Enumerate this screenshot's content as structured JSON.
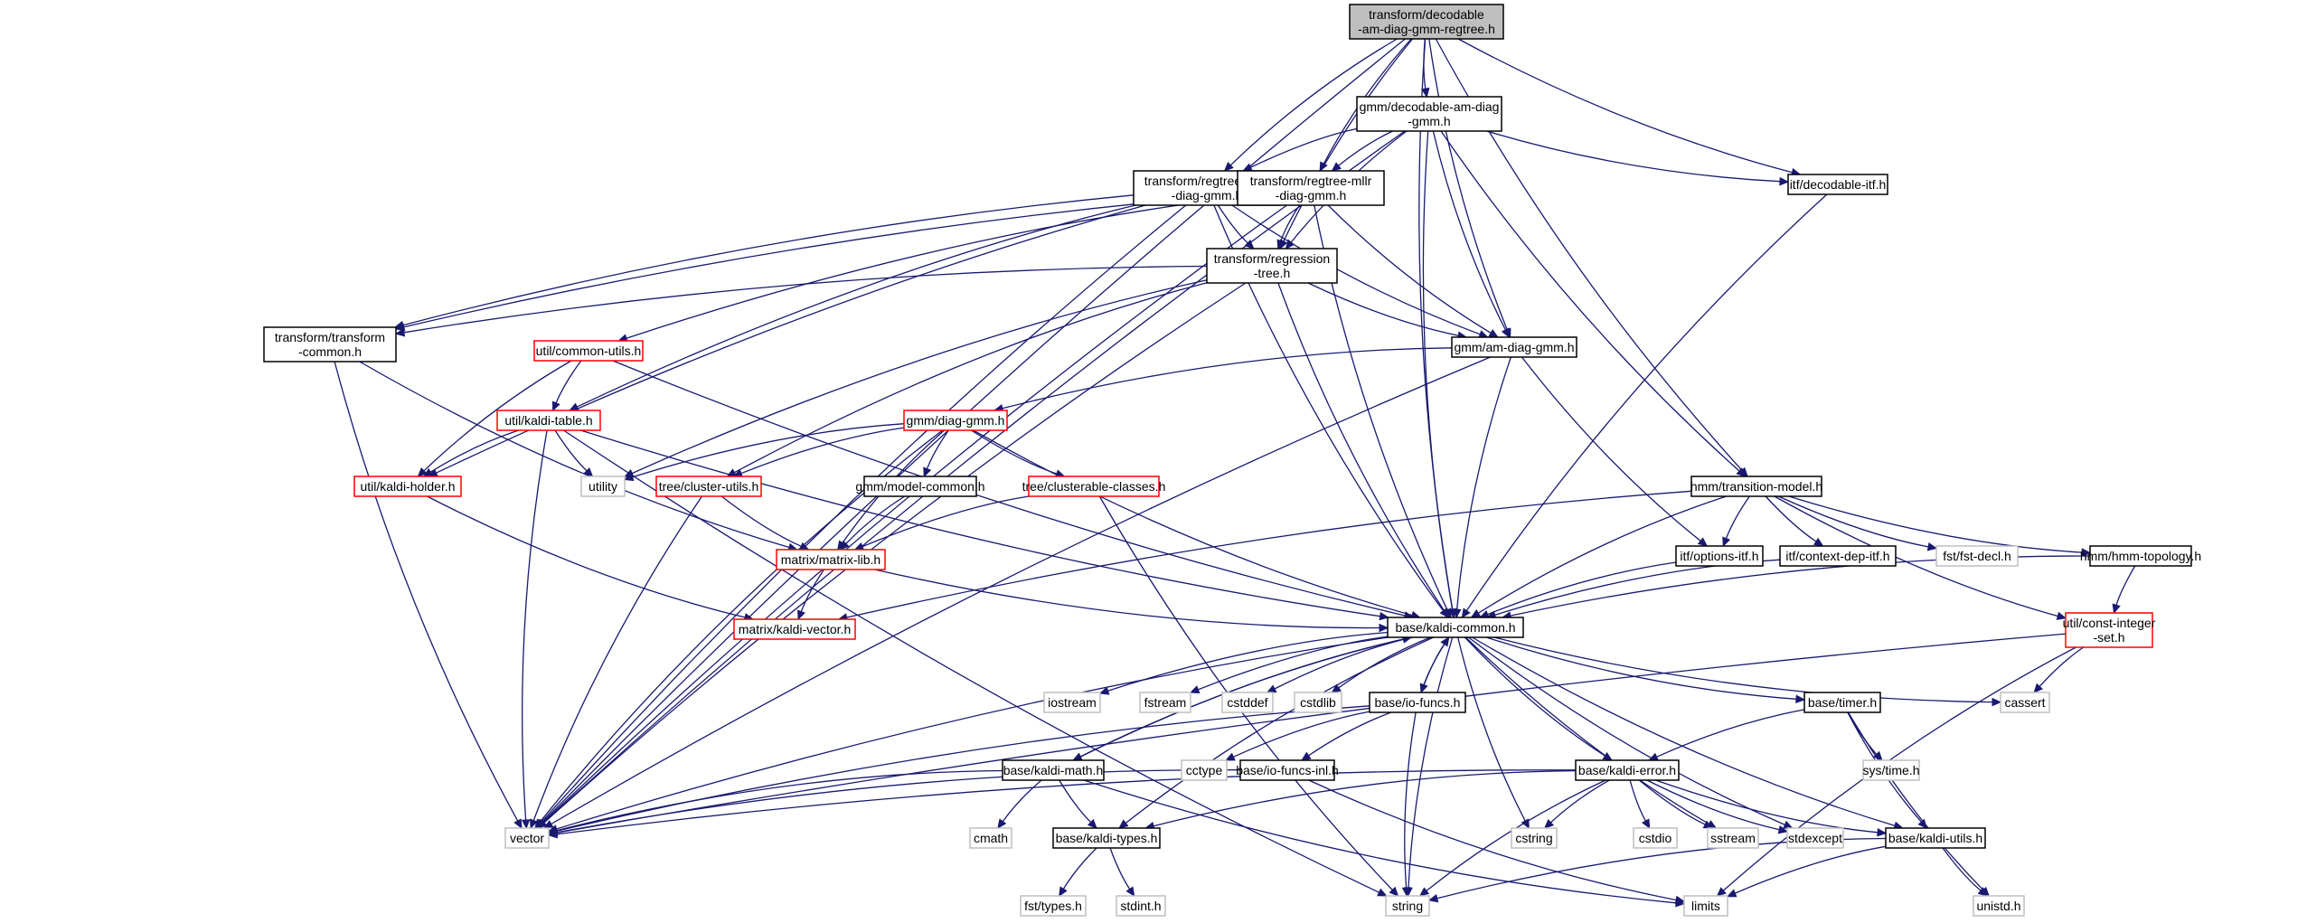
{
  "colors": {
    "edge": "#191970",
    "node_border": "#000000",
    "node_border_incomplete": "#ff0000",
    "node_border_system": "#bfbfbf",
    "root_fill": "#bfbfbf",
    "node_fill": "#ffffff"
  },
  "nodes": [
    {
      "id": "root",
      "lines": [
        "transform/decodable",
        "-am-diag-gmm-regtree.h"
      ],
      "kind": "root"
    },
    {
      "id": "decam",
      "lines": [
        "gmm/decodable-am-diag",
        "-gmm.h"
      ],
      "kind": "normal"
    },
    {
      "id": "fmllr",
      "lines": [
        "transform/regtree-fmllr",
        "-diag-gmm.h"
      ],
      "kind": "normal"
    },
    {
      "id": "mllr",
      "lines": [
        "transform/regtree-mllr",
        "-diag-gmm.h"
      ],
      "kind": "normal"
    },
    {
      "id": "itfdec",
      "lines": [
        "itf/decodable-itf.h"
      ],
      "kind": "normal"
    },
    {
      "id": "regtree",
      "lines": [
        "transform/regression",
        "-tree.h"
      ],
      "kind": "normal"
    },
    {
      "id": "ttc",
      "lines": [
        "transform/transform",
        "-common.h"
      ],
      "kind": "normal"
    },
    {
      "id": "cu",
      "lines": [
        "util/common-utils.h"
      ],
      "kind": "incomplete"
    },
    {
      "id": "amdiag",
      "lines": [
        "gmm/am-diag-gmm.h"
      ],
      "kind": "normal"
    },
    {
      "id": "ktable",
      "lines": [
        "util/kaldi-table.h"
      ],
      "kind": "incomplete"
    },
    {
      "id": "diaggmm",
      "lines": [
        "gmm/diag-gmm.h"
      ],
      "kind": "incomplete"
    },
    {
      "id": "tm",
      "lines": [
        "hmm/transition-model.h"
      ],
      "kind": "normal"
    },
    {
      "id": "kholder",
      "lines": [
        "util/kaldi-holder.h"
      ],
      "kind": "incomplete"
    },
    {
      "id": "utility",
      "lines": [
        "utility"
      ],
      "kind": "system"
    },
    {
      "id": "clu",
      "lines": [
        "tree/cluster-utils.h"
      ],
      "kind": "incomplete"
    },
    {
      "id": "modelc",
      "lines": [
        "gmm/model-common.h"
      ],
      "kind": "normal"
    },
    {
      "id": "clc",
      "lines": [
        "tree/clusterable-classes.h"
      ],
      "kind": "incomplete"
    },
    {
      "id": "optitf",
      "lines": [
        "itf/options-itf.h"
      ],
      "kind": "normal"
    },
    {
      "id": "ctxitf",
      "lines": [
        "itf/context-dep-itf.h"
      ],
      "kind": "normal"
    },
    {
      "id": "fstdecl",
      "lines": [
        "fst/fst-decl.h"
      ],
      "kind": "system"
    },
    {
      "id": "topo",
      "lines": [
        "hmm/hmm-topology.h"
      ],
      "kind": "normal"
    },
    {
      "id": "mlib",
      "lines": [
        "matrix/matrix-lib.h"
      ],
      "kind": "incomplete"
    },
    {
      "id": "kvec",
      "lines": [
        "matrix/kaldi-vector.h"
      ],
      "kind": "incomplete"
    },
    {
      "id": "kc",
      "lines": [
        "base/kaldi-common.h"
      ],
      "kind": "normal"
    },
    {
      "id": "cis",
      "lines": [
        "util/const-integer",
        "-set.h"
      ],
      "kind": "incomplete"
    },
    {
      "id": "iostream",
      "lines": [
        "iostream"
      ],
      "kind": "system"
    },
    {
      "id": "fstream",
      "lines": [
        "fstream"
      ],
      "kind": "system"
    },
    {
      "id": "cstddef",
      "lines": [
        "cstddef"
      ],
      "kind": "system"
    },
    {
      "id": "cstdlib",
      "lines": [
        "cstdlib"
      ],
      "kind": "system"
    },
    {
      "id": "iofuncs",
      "lines": [
        "base/io-funcs.h"
      ],
      "kind": "normal"
    },
    {
      "id": "timer",
      "lines": [
        "base/timer.h"
      ],
      "kind": "normal"
    },
    {
      "id": "cassert",
      "lines": [
        "cassert"
      ],
      "kind": "system"
    },
    {
      "id": "cctype",
      "lines": [
        "cctype"
      ],
      "kind": "system"
    },
    {
      "id": "iofinl",
      "lines": [
        "base/io-funcs-inl.h"
      ],
      "kind": "normal"
    },
    {
      "id": "kmath",
      "lines": [
        "base/kaldi-math.h"
      ],
      "kind": "normal"
    },
    {
      "id": "kerr",
      "lines": [
        "base/kaldi-error.h"
      ],
      "kind": "normal"
    },
    {
      "id": "systime",
      "lines": [
        "sys/time.h"
      ],
      "kind": "system"
    },
    {
      "id": "vector",
      "lines": [
        "vector"
      ],
      "kind": "system"
    },
    {
      "id": "cmath",
      "lines": [
        "cmath"
      ],
      "kind": "system"
    },
    {
      "id": "ktypes",
      "lines": [
        "base/kaldi-types.h"
      ],
      "kind": "normal"
    },
    {
      "id": "cstring",
      "lines": [
        "cstring"
      ],
      "kind": "system"
    },
    {
      "id": "cstdio",
      "lines": [
        "cstdio"
      ],
      "kind": "system"
    },
    {
      "id": "sstream",
      "lines": [
        "sstream"
      ],
      "kind": "system"
    },
    {
      "id": "stdexcept",
      "lines": [
        "stdexcept"
      ],
      "kind": "system"
    },
    {
      "id": "kutils",
      "lines": [
        "base/kaldi-utils.h"
      ],
      "kind": "normal"
    },
    {
      "id": "fsttypes",
      "lines": [
        "fst/types.h"
      ],
      "kind": "system"
    },
    {
      "id": "stdint",
      "lines": [
        "stdint.h"
      ],
      "kind": "system"
    },
    {
      "id": "string",
      "lines": [
        "string"
      ],
      "kind": "system"
    },
    {
      "id": "limits",
      "lines": [
        "limits"
      ],
      "kind": "system"
    },
    {
      "id": "unistd",
      "lines": [
        "unistd.h"
      ],
      "kind": "system"
    }
  ],
  "edges": [
    [
      "root",
      "decam"
    ],
    [
      "root",
      "fmllr"
    ],
    [
      "root",
      "mllr"
    ],
    [
      "root",
      "itfdec"
    ],
    [
      "root",
      "regtree"
    ],
    [
      "root",
      "amdiag"
    ],
    [
      "root",
      "tm"
    ],
    [
      "root",
      "kc"
    ],
    [
      "root",
      "vector"
    ],
    [
      "decam",
      "fmllr"
    ],
    [
      "decam",
      "mllr"
    ],
    [
      "decam",
      "itfdec"
    ],
    [
      "decam",
      "regtree"
    ],
    [
      "decam",
      "amdiag"
    ],
    [
      "decam",
      "tm"
    ],
    [
      "decam",
      "kc"
    ],
    [
      "decam",
      "vector"
    ],
    [
      "fmllr",
      "regtree"
    ],
    [
      "fmllr",
      "ttc"
    ],
    [
      "fmllr",
      "amdiag"
    ],
    [
      "fmllr",
      "ktable"
    ],
    [
      "fmllr",
      "kholder"
    ],
    [
      "fmllr",
      "kc"
    ],
    [
      "fmllr",
      "vector"
    ],
    [
      "mllr",
      "regtree"
    ],
    [
      "mllr",
      "ttc"
    ],
    [
      "mllr",
      "amdiag"
    ],
    [
      "mllr",
      "cu"
    ],
    [
      "mllr",
      "kc"
    ],
    [
      "mllr",
      "vector"
    ],
    [
      "itfdec",
      "kc"
    ],
    [
      "regtree",
      "ttc"
    ],
    [
      "regtree",
      "amdiag"
    ],
    [
      "regtree",
      "clu"
    ],
    [
      "regtree",
      "utility"
    ],
    [
      "regtree",
      "kc"
    ],
    [
      "regtree",
      "vector"
    ],
    [
      "ttc",
      "mlib"
    ],
    [
      "ttc",
      "vector"
    ],
    [
      "cu",
      "ktable"
    ],
    [
      "cu",
      "kholder"
    ],
    [
      "cu",
      "kc"
    ],
    [
      "amdiag",
      "diaggmm"
    ],
    [
      "amdiag",
      "optitf"
    ],
    [
      "amdiag",
      "kc"
    ],
    [
      "amdiag",
      "vector"
    ],
    [
      "ktable",
      "kholder"
    ],
    [
      "ktable",
      "utility"
    ],
    [
      "ktable",
      "kc"
    ],
    [
      "ktable",
      "vector"
    ],
    [
      "ktable",
      "string"
    ],
    [
      "diaggmm",
      "utility"
    ],
    [
      "diaggmm",
      "clu"
    ],
    [
      "diaggmm",
      "modelc"
    ],
    [
      "diaggmm",
      "clc"
    ],
    [
      "diaggmm",
      "mlib"
    ],
    [
      "diaggmm",
      "kc"
    ],
    [
      "diaggmm",
      "vector"
    ],
    [
      "tm",
      "optitf"
    ],
    [
      "tm",
      "ctxitf"
    ],
    [
      "tm",
      "fstdecl"
    ],
    [
      "tm",
      "topo"
    ],
    [
      "tm",
      "cis"
    ],
    [
      "tm",
      "kc"
    ],
    [
      "tm",
      "kvec"
    ],
    [
      "kholder",
      "kvec"
    ],
    [
      "clu",
      "mlib"
    ],
    [
      "clu",
      "vector"
    ],
    [
      "modelc",
      "mlib"
    ],
    [
      "clc",
      "mlib"
    ],
    [
      "clc",
      "string"
    ],
    [
      "optitf",
      "kc"
    ],
    [
      "ctxitf",
      "kc"
    ],
    [
      "topo",
      "kc"
    ],
    [
      "topo",
      "cis"
    ],
    [
      "mlib",
      "kvec"
    ],
    [
      "mlib",
      "kc"
    ],
    [
      "cis",
      "cassert"
    ],
    [
      "cis",
      "vector"
    ],
    [
      "cis",
      "limits"
    ],
    [
      "kc",
      "iostream"
    ],
    [
      "kc",
      "fstream"
    ],
    [
      "kc",
      "cstddef"
    ],
    [
      "kc",
      "cstdlib"
    ],
    [
      "kc",
      "iofuncs"
    ],
    [
      "kc",
      "timer"
    ],
    [
      "kc",
      "cassert"
    ],
    [
      "kc",
      "kmath"
    ],
    [
      "kc",
      "kerr"
    ],
    [
      "kc",
      "ktypes"
    ],
    [
      "kc",
      "cstring"
    ],
    [
      "kc",
      "sstream"
    ],
    [
      "kc",
      "stdexcept"
    ],
    [
      "kc",
      "kutils"
    ],
    [
      "kc",
      "vector"
    ],
    [
      "kc",
      "string"
    ],
    [
      "iofuncs",
      "kc"
    ],
    [
      "iofuncs",
      "cctype"
    ],
    [
      "iofuncs",
      "iofinl"
    ],
    [
      "iofuncs",
      "string"
    ],
    [
      "iofuncs",
      "vector"
    ],
    [
      "iofinl",
      "limits"
    ],
    [
      "iofinl",
      "vector"
    ],
    [
      "kmath",
      "kc"
    ],
    [
      "kmath",
      "cmath"
    ],
    [
      "kmath",
      "ktypes"
    ],
    [
      "kmath",
      "limits"
    ],
    [
      "kmath",
      "vector"
    ],
    [
      "timer",
      "kerr"
    ],
    [
      "timer",
      "systime"
    ],
    [
      "timer",
      "kutils"
    ],
    [
      "timer",
      "unistd"
    ],
    [
      "kerr",
      "ktypes"
    ],
    [
      "kerr",
      "kutils"
    ],
    [
      "kerr",
      "cstring"
    ],
    [
      "kerr",
      "cstdio"
    ],
    [
      "kerr",
      "sstream"
    ],
    [
      "kerr",
      "stdexcept"
    ],
    [
      "kerr",
      "string"
    ],
    [
      "kerr",
      "vector"
    ],
    [
      "ktypes",
      "fsttypes"
    ],
    [
      "ktypes",
      "stdint"
    ],
    [
      "kutils",
      "string"
    ],
    [
      "kutils",
      "limits"
    ],
    [
      "kutils",
      "unistd"
    ]
  ]
}
